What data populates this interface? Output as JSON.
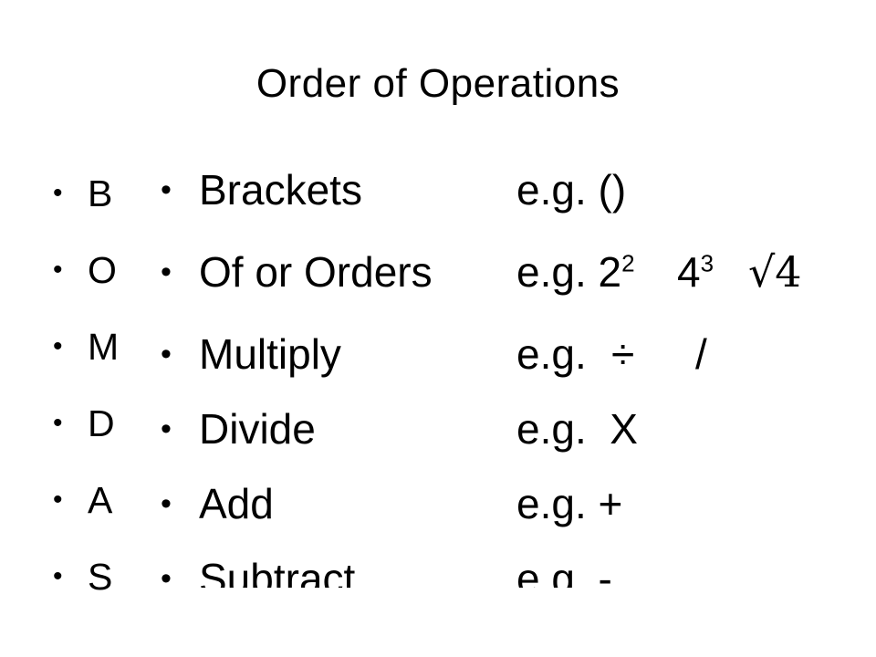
{
  "title": "Order of Operations",
  "letters": [
    "B",
    "O",
    "M",
    "D",
    "A",
    "S"
  ],
  "bullet": "•",
  "terms": [
    {
      "name": "Brackets",
      "example": "e.g. ()"
    },
    {
      "name": "Of or Orders",
      "example": "e.g. 2",
      "symbols": [
        "2",
        "4",
        "3",
        "√4"
      ]
    },
    {
      "name": "Multiply",
      "example": "e.g.",
      "symbols": [
        "÷",
        "/"
      ]
    },
    {
      "name": "Divide",
      "example": "e.g.  X"
    },
    {
      "name": "Add",
      "example": "e.g. +"
    },
    {
      "name": "Subtract",
      "example": "e.g. -"
    }
  ]
}
